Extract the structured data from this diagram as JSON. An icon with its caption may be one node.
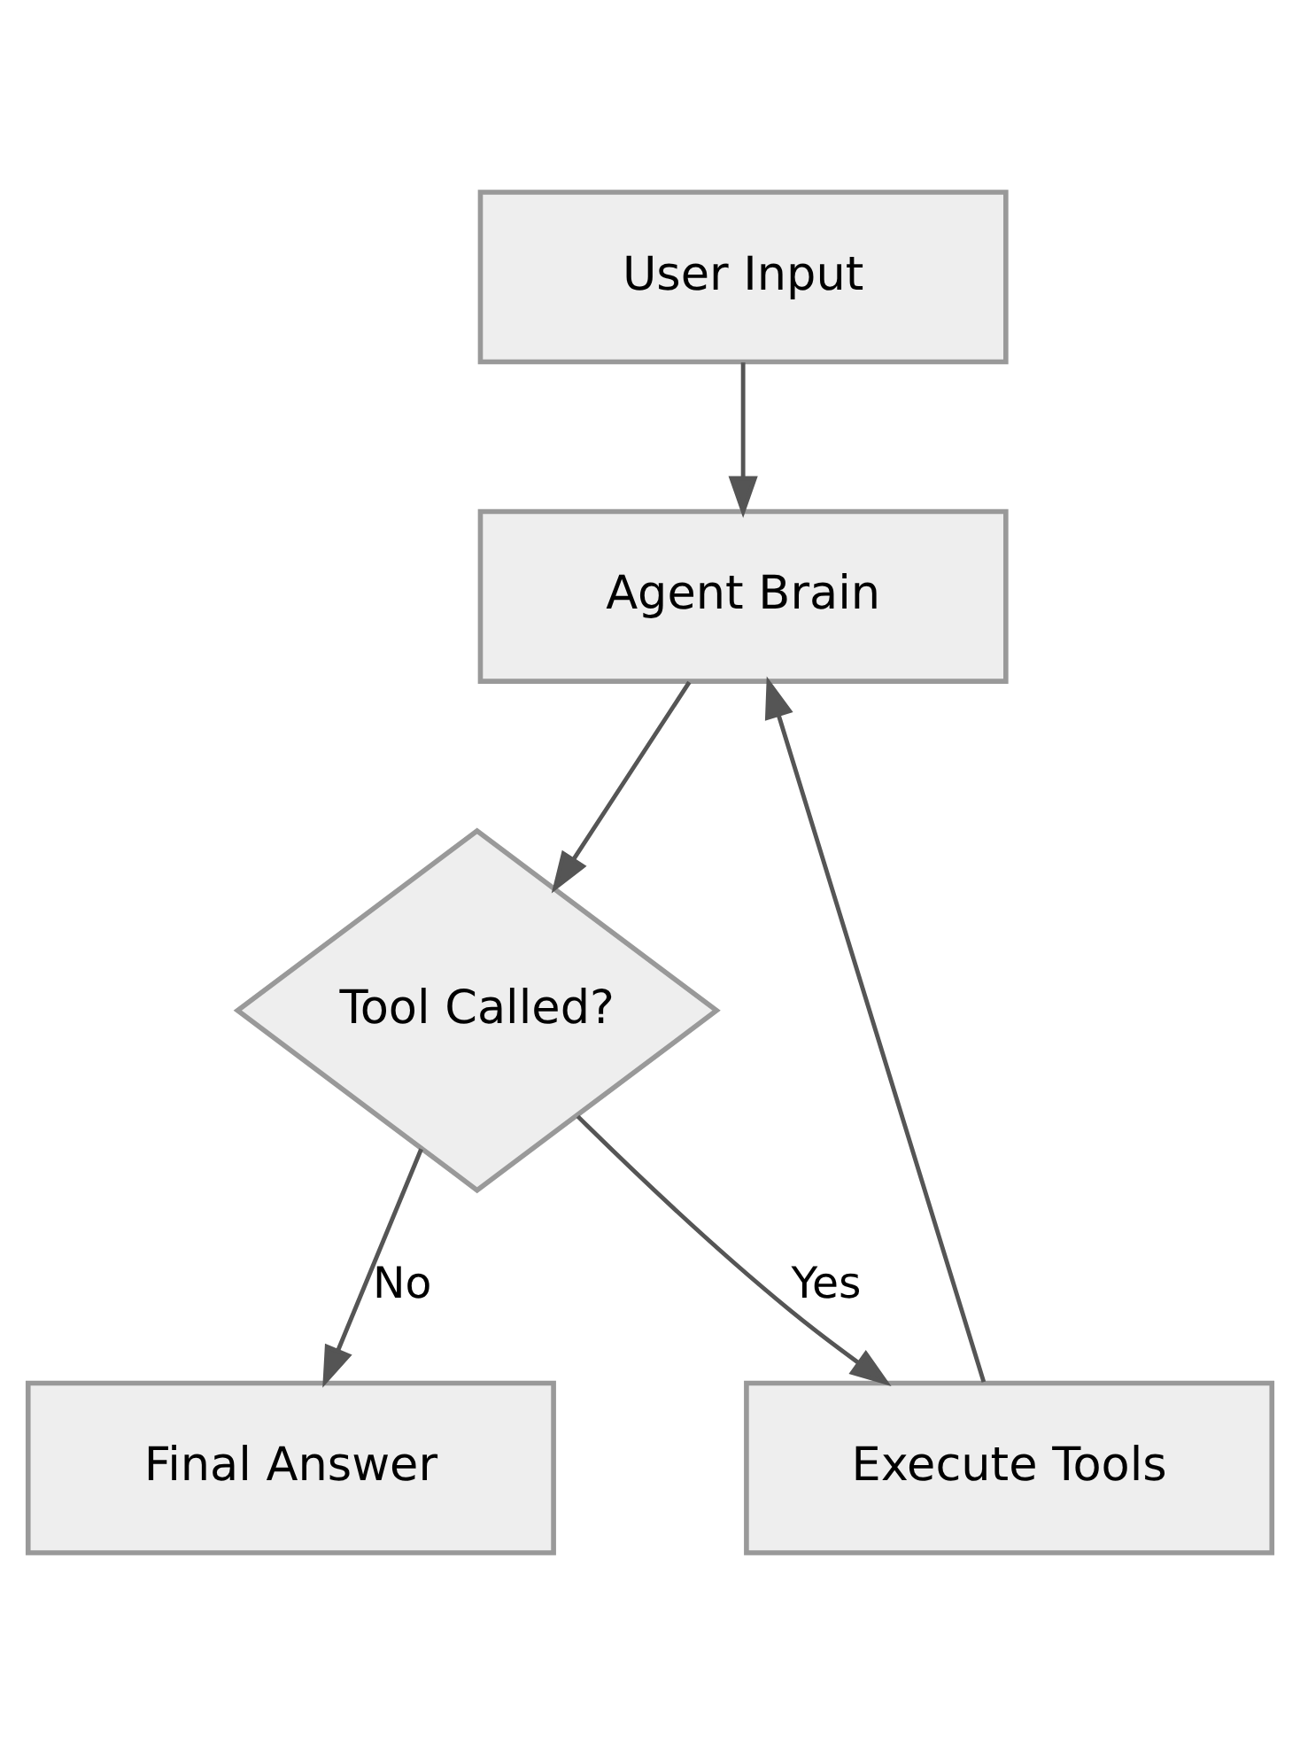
{
  "diagram": {
    "nodes": [
      {
        "text": [
          "User Input"
        ]
      },
      {
        "text": [
          "Agent Brain"
        ]
      },
      {
        "text": [
          "Tool Called?"
        ]
      },
      {
        "text": [
          "Execute Tools"
        ]
      },
      {
        "text": [
          "Final Answer"
        ]
      }
    ],
    "edges": [
      {
        "from": 0,
        "to": 1,
        "arrow": "to"
      },
      {
        "from": 1,
        "to": 2,
        "arrow": "to"
      },
      {
        "from": 2,
        "to": 3,
        "arrow": "to",
        "label": "Yes"
      },
      {
        "from": 2,
        "to": 4,
        "arrow": "to",
        "label": "No"
      },
      {
        "from": 3,
        "to": 1,
        "arrow": "to"
      }
    ]
  }
}
